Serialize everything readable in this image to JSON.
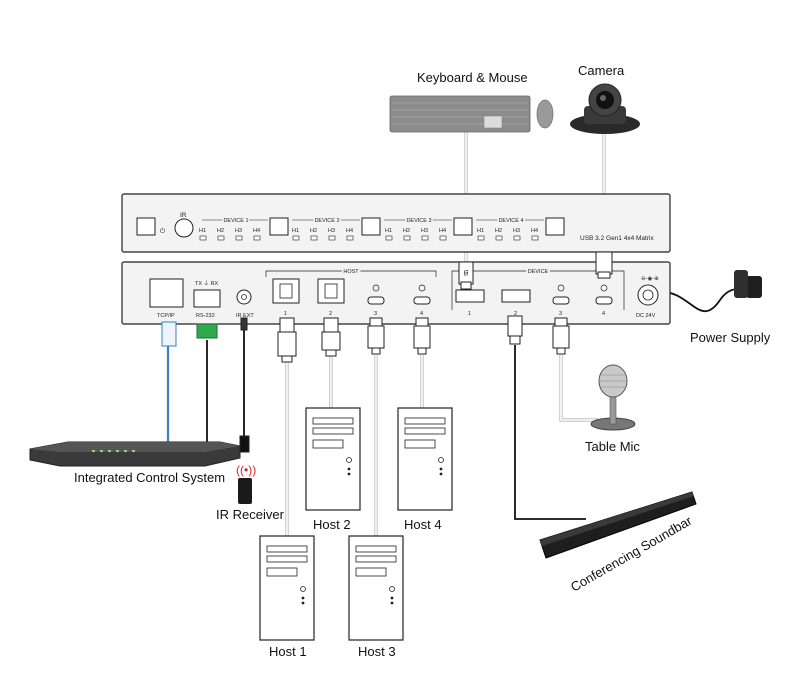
{
  "labels": {
    "keyboard_mouse": "Keyboard & Mouse",
    "camera": "Camera",
    "power_supply": "Power Supply",
    "table_mic": "Table Mic",
    "integrated_control": "Integrated Control System",
    "ir_receiver": "IR Receiver",
    "host1": "Host 1",
    "host2": "Host 2",
    "host3": "Host 3",
    "host4": "Host 4",
    "soundbar": "Conferencing Soundbar"
  },
  "front_panel": {
    "ir": "IR",
    "device1": "DEVICE 1",
    "device2": "DEVICE 2",
    "device3": "DEVICE 3",
    "device4": "DEVICE 4",
    "h1": "H1",
    "h2": "H2",
    "h3": "H3",
    "h4": "H4",
    "model": "USB 3.2 Gen1 4x4 Matrix"
  },
  "rear_panel": {
    "tcpip": "TCP/IP",
    "txrx": "TX ⏚ RX",
    "rs232": "RS-232",
    "irext": "IR EXT",
    "host": "HOST",
    "device": "DEVICE",
    "p1": "1",
    "p2": "2",
    "p3": "3",
    "p4": "4",
    "dc": "DC 24V"
  }
}
